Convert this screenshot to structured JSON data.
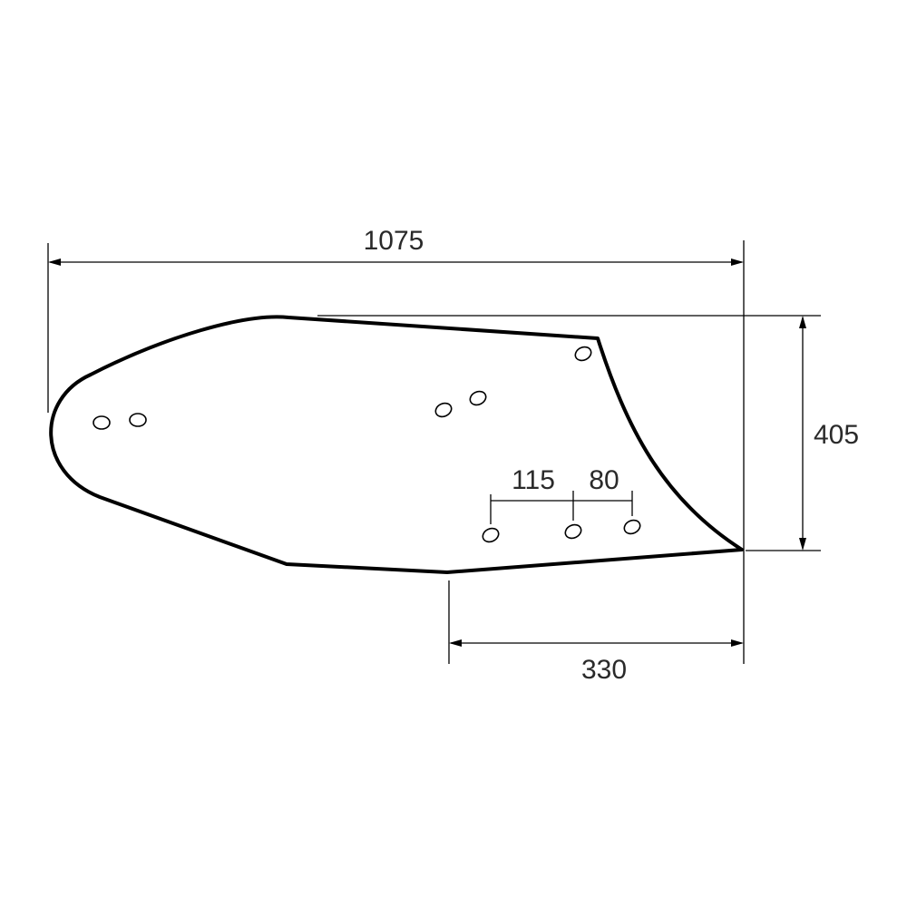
{
  "dimensions": {
    "overall_length": "1075",
    "height": "405",
    "base_length": "330",
    "hole_spacing_1": "115",
    "hole_spacing_2": "80"
  },
  "colors": {
    "line": "#000000",
    "text": "#2a2a2a",
    "background": "#ffffff"
  }
}
